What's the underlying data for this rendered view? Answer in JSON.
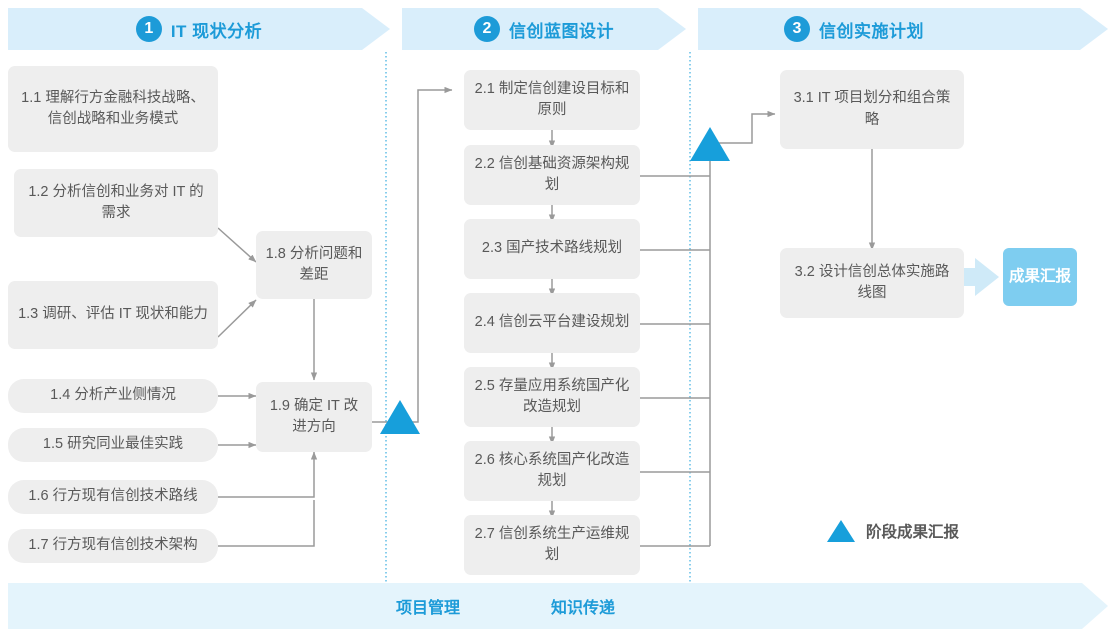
{
  "phases": [
    {
      "num": "1",
      "label": "IT 现状分析"
    },
    {
      "num": "2",
      "label": "信创蓝图设计"
    },
    {
      "num": "3",
      "label": "信创实施计划"
    }
  ],
  "nodes": {
    "n11": "1.1 理解行方金融科技战略、信创战略和业务模式",
    "n12": "1.2 分析信创和业务对 IT 的需求",
    "n13": "1.3 调研、评估 IT 现状和能力",
    "n14": "1.4 分析产业侧情况",
    "n15": "1.5 研究同业最佳实践",
    "n16": "1.6 行方现有信创技术路线",
    "n17": "1.7 行方现有信创技术架构",
    "n18": "1.8 分析问题和差距",
    "n19": "1.9 确定 IT 改进方向",
    "n21": "2.1 制定信创建设目标和原则",
    "n22": "2.2 信创基础资源架构规划",
    "n23": "2.3 国产技术路线规划",
    "n24": "2.4 信创云平台建设规划",
    "n25": "2.5 存量应用系统国产化改造规划",
    "n26": "2.6 核心系统国产化改造规划",
    "n27": "2.7 信创系统生产运维规划",
    "n31": "3.1 IT 项目划分和组合策略",
    "n32": "3.2 设计信创总体实施路线图"
  },
  "badge": {
    "text": "成果汇报"
  },
  "legend": {
    "text": "阶段成果汇报"
  },
  "footer": {
    "items": [
      "项目管理",
      "知识传递"
    ]
  },
  "colors": {
    "accent": "#1d9bd8",
    "band": "#d9eefb",
    "footer_band": "#e4f4fc",
    "node_bg": "#eeeeee",
    "node_text": "#595959",
    "connector": "#9a9a9a",
    "triangle": "#179fdb",
    "badge_bg": "#7ecdf0",
    "badge_arrow": "#cfeaf8",
    "divider": "#55b9e4"
  }
}
